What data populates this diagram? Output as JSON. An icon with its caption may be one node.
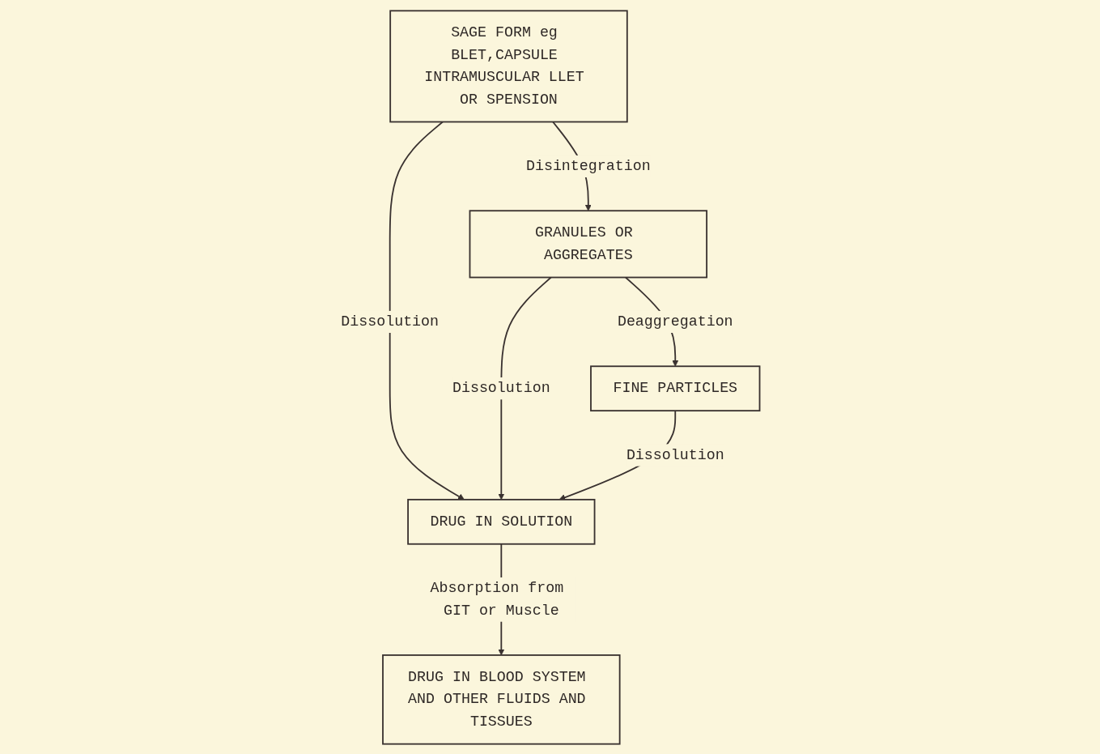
{
  "diagram": {
    "nodes": [
      {
        "text": [
          "SAGE FORM eg BLET,CAPSULE INTRAMUSCULAR LLET OR SPENSION"
        ]
      },
      {
        "text": [
          "GRANULES OR AGGREGATES"
        ]
      },
      {
        "text": [
          "FINE PARTICLES"
        ]
      },
      {
        "text": [
          "DRUG IN SOLUTION"
        ]
      },
      {
        "text": [
          "DRUG IN BLOOD SYSTEM AND OTHER FLUIDS AND TISSUES"
        ]
      }
    ],
    "edges": [
      {
        "from": 0,
        "to": 1,
        "arrow": "to",
        "label": "Disintegration"
      },
      {
        "from": 1,
        "to": 2,
        "arrow": "to",
        "label": "Deaggregation"
      },
      {
        "from": 0,
        "to": 3,
        "arrow": "to",
        "label": "Dissolution"
      },
      {
        "from": 1,
        "to": 3,
        "arrow": "to",
        "label": "Dissolution"
      },
      {
        "from": 2,
        "to": 3,
        "arrow": "to",
        "label": "Dissolution"
      },
      {
        "from": 3,
        "to": 4,
        "arrow": "to",
        "label": "Absorption from GIT or Muscle"
      }
    ]
  }
}
